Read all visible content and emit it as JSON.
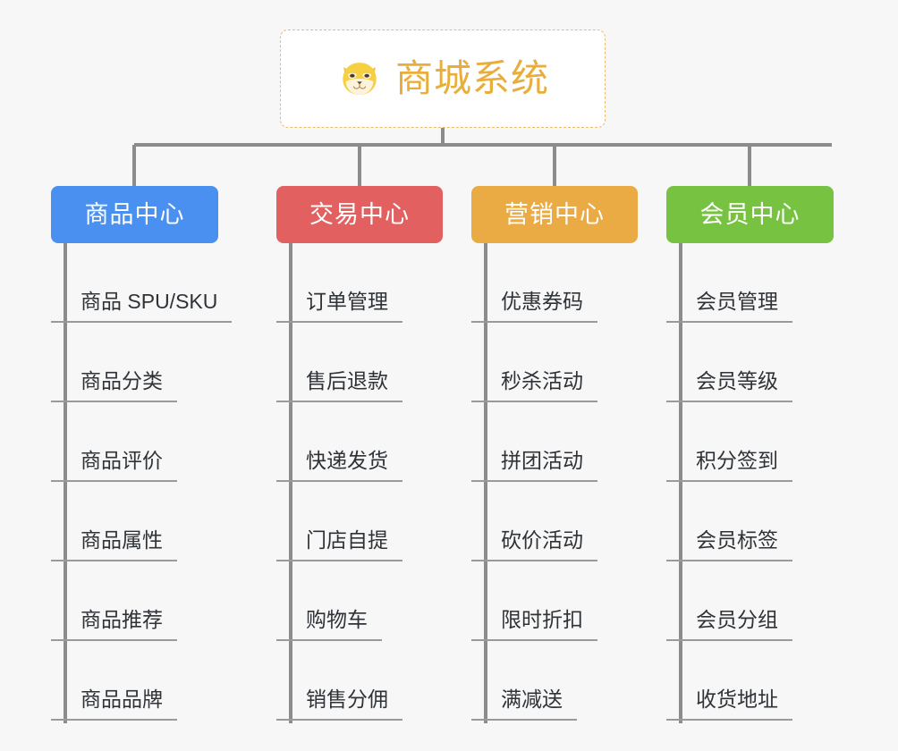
{
  "diagram": {
    "title": "商城系统",
    "root": {
      "label": "商城系统",
      "icon": "shiba-dog-icon",
      "border_color": "#eab96a",
      "text_color": "#e8ae3c",
      "background": "#ffffff"
    },
    "background_color": "#f7f7f7",
    "connector_color": "#8c8c8c",
    "leaf_text_color": "#2f3337",
    "leaf_underline_color": "#9a9a9a",
    "columns": [
      {
        "label": "商品中心",
        "color": "#4a90f0",
        "items": [
          "商品 SPU/SKU",
          "商品分类",
          "商品评价",
          "商品属性",
          "商品推荐",
          "商品品牌"
        ]
      },
      {
        "label": "交易中心",
        "color": "#e2605f",
        "items": [
          "订单管理",
          "售后退款",
          "快递发货",
          "门店自提",
          "购物车",
          "销售分佣"
        ]
      },
      {
        "label": "营销中心",
        "color": "#ebab44",
        "items": [
          "优惠券码",
          "秒杀活动",
          "拼团活动",
          "砍价活动",
          "限时折扣",
          "满减送"
        ]
      },
      {
        "label": "会员中心",
        "color": "#78c242",
        "items": [
          "会员管理",
          "会员等级",
          "积分签到",
          "会员标签",
          "会员分组",
          "收货地址"
        ]
      }
    ]
  }
}
